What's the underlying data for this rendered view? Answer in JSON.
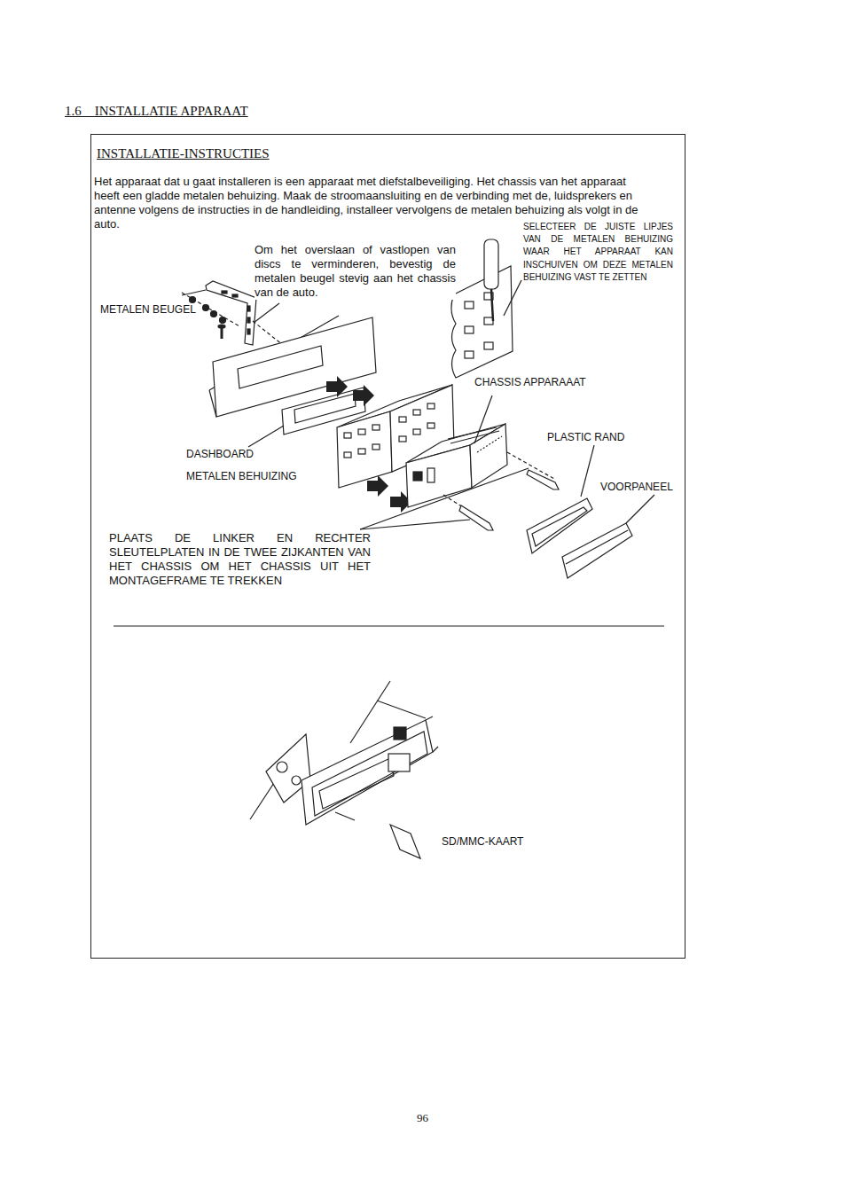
{
  "diagram": {
    "title": "1.6    INSTALLATIE APPARAAT",
    "nodes": [
      {
        "text": [
          "INSTALLATIE-INSTRUCTIES",
          "Het apparaat dat u gaat installeren is een apparaat met diefstalbeveiliging. Het chassis van het apparaat heeft een gladde metalen behuizing. Maak de stroomaansluiting en de verbinding met de, luidsprekers en antenne volgens de instructies in de handleiding, installeer vervolgens de metalen behuizing als volgt in de auto."
        ]
      }
    ],
    "labels": [
      "Om het overslaan of vastlopen van discs te verminderen, bevestig de metalen beugel stevig aan het chassis van de auto.",
      "METALEN BEUGEL",
      "SELECTEER DE JUISTE LIPJES VAN DE METALEN BEHUIZING WAAR HET APPARAAT KAN INSCHUIVEN OM DEZE METALEN BEHUIZING VAST TE ZETTEN",
      "CHASSIS APPARAAAT",
      "PLASTIC RAND",
      "DASHBOARD",
      "METALEN BEHUIZING",
      "VOORPANEEL",
      "PLAATS DE LINKER EN RECHTER SLEUTELPLATEN IN DE TWEE ZIJKANTEN VAN HET CHASSIS OM HET CHASSIS UIT HET MONTAGEFRAME TE TREKKEN",
      "SD/MMC-KAART",
      "96"
    ]
  }
}
